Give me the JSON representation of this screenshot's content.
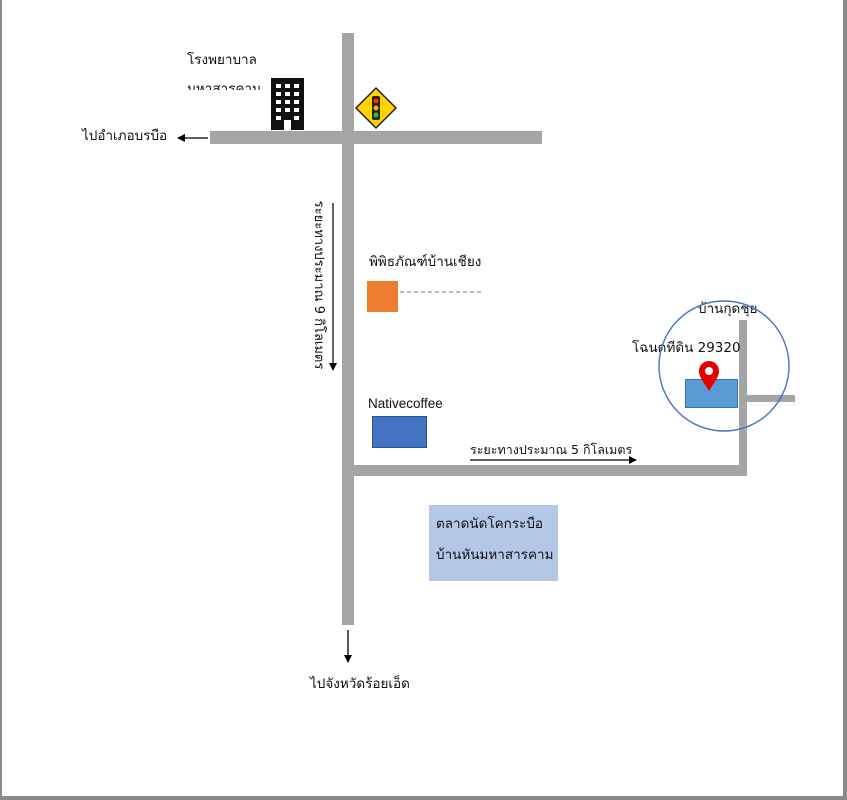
{
  "map": {
    "hospital_label": "โรงพยาบาล",
    "hospital_label_line2": "มหาสารคาม",
    "left_arrow_label": "ไปอำเภอบรบือ",
    "vertical_distance_label": "ระยะทางประมาณ 9 กิโลเมตร",
    "museum_label": "พิพิธภัณฑ์บ้านเชียง",
    "cafe_label": "Nativecoffee",
    "village_label": "บ้านกุดชุย",
    "plot_label": "โฉนดที่ดิน 29320",
    "horizontal_distance_label": "ระยะทางประมาณ 5 กิโลเมตร",
    "market_line1": "ตลาดนัดโคกระบือ",
    "market_line2": "บ้านหันมหาสารคาม",
    "bottom_arrow_label": "ไปจังหวัดร้อยเอ็ด"
  },
  "colors": {
    "road": "#a5a5a5",
    "museum": "#ed7d31",
    "cafe": "#4472c4",
    "plot": "#5b9bd5",
    "market": "#b4c7e7",
    "pin": "#e60000",
    "circle": "#4472c4",
    "traffic_sign": "#ffd400"
  },
  "icons": [
    "building-icon",
    "traffic-light-sign-icon",
    "location-pin-icon"
  ]
}
